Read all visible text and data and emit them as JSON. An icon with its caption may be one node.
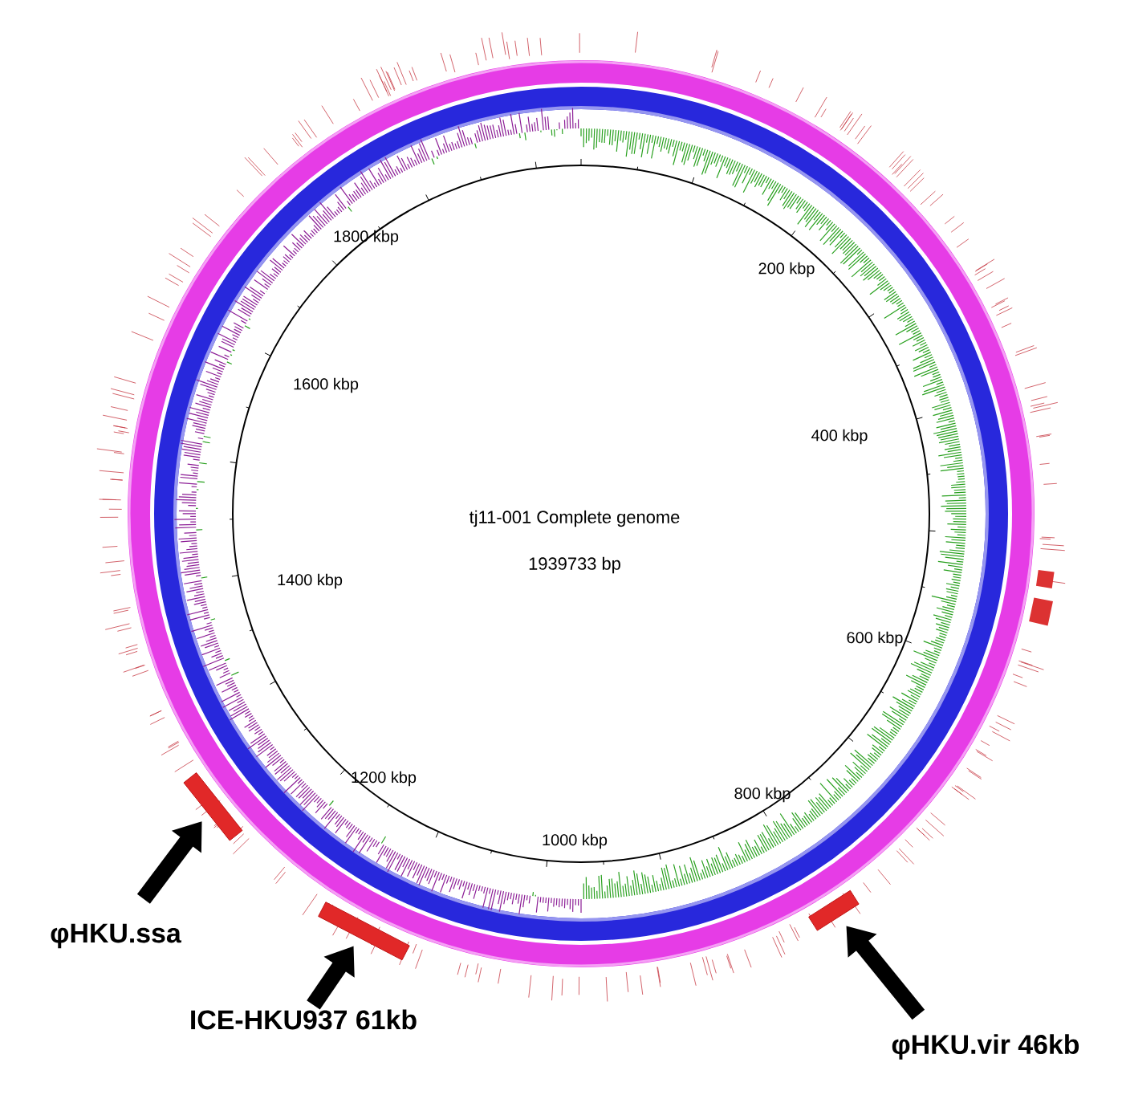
{
  "diagram": {
    "nodes": [
      {
        "text": [
          "φHKU.ssa"
        ]
      },
      {
        "text": [
          "ICE-HKU937  61kb"
        ]
      },
      {
        "text": [
          "φHKU.vir  46kb"
        ]
      },
      {
        "text": [],
        "shape": "bar"
      },
      {
        "text": [],
        "shape": "bar"
      },
      {
        "text": [],
        "shape": "bar"
      }
    ],
    "edges": [
      {
        "from": 0,
        "to": 3,
        "arrow": "to"
      },
      {
        "from": 1,
        "to": 4,
        "arrow": "to"
      },
      {
        "from": 2,
        "to": 5,
        "arrow": "to"
      }
    ],
    "labels": [
      "1800 kbp",
      "200 kbp",
      "1600 kbp",
      "400 kbp",
      "tj11-001 Complete genome",
      "1939733 bp",
      "1400 kbp",
      "600 kbp",
      "1200 kbp",
      "800 kbp",
      "1000 kbp"
    ]
  }
}
